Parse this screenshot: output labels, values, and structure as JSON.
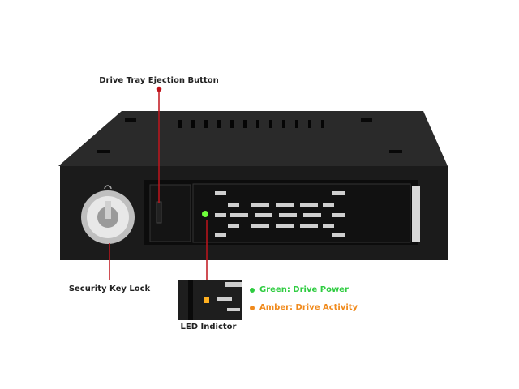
{
  "callouts": {
    "eject": "Drive Tray Ejection Button",
    "lock": "Security Key Lock",
    "led": "LED Indictor"
  },
  "legend": [
    {
      "text": "Green: Drive Power",
      "color": "#2ecc40"
    },
    {
      "text": "Amber: Drive Activity",
      "color": "#f08a1c"
    }
  ],
  "colors": {
    "callout_line": "#c0141c",
    "chassis": "#1b1b1b"
  }
}
